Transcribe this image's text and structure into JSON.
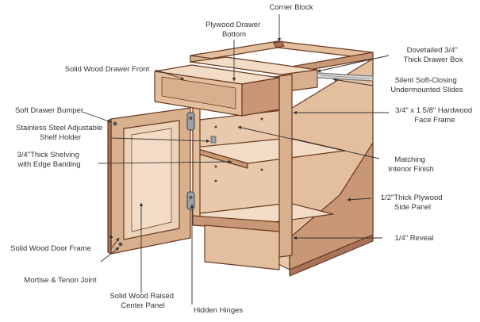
{
  "colors": {
    "background": "#ffffff",
    "wood_light": "#f2dcc6",
    "wood_mid": "#e3bf9e",
    "wood_dark": "#c89776",
    "wood_deep": "#a8735a",
    "outline": "#6b3a22",
    "label_text": "#333333",
    "leader_line": "#333333",
    "hinge_metal": "#9aa0a6"
  },
  "labels": {
    "corner_block": "Corner Block",
    "plywood_drawer_bottom": [
      "Plywood Drawer",
      "Bottom"
    ],
    "dovetailed_drawer_box": [
      "Dovetailed 3/4\"",
      "Thick Drawer Box"
    ],
    "solid_wood_drawer_front": "Solid Wood Drawer Front",
    "soft_close_slides": [
      "Silent Soft-Closing",
      "Undermounted Slides"
    ],
    "face_frame": [
      "3/4\" x 1 5/8\" Hardwood",
      "Face Frame"
    ],
    "soft_drawer_bumper": "Soft Drawer Bumper",
    "shelf_holder": [
      "Stainless Steel Adjustable",
      "Shelf Holder"
    ],
    "thick_shelving": [
      "3/4\"Thick Shelving",
      "with Edge Banding"
    ],
    "interior_finish": [
      "Matching",
      "Interior Finish"
    ],
    "side_panel": [
      "1/2\"Thick Plywood",
      "Side Panel"
    ],
    "reveal": "1/4\" Reveal",
    "door_frame": "Solid Wood Door Frame",
    "mortise_tenon": "Mortise & Tenon Joint",
    "raised_panel": [
      "Solid Wood Raised",
      "Center Panel"
    ],
    "hidden_hinges": "Hidden Hinges"
  }
}
